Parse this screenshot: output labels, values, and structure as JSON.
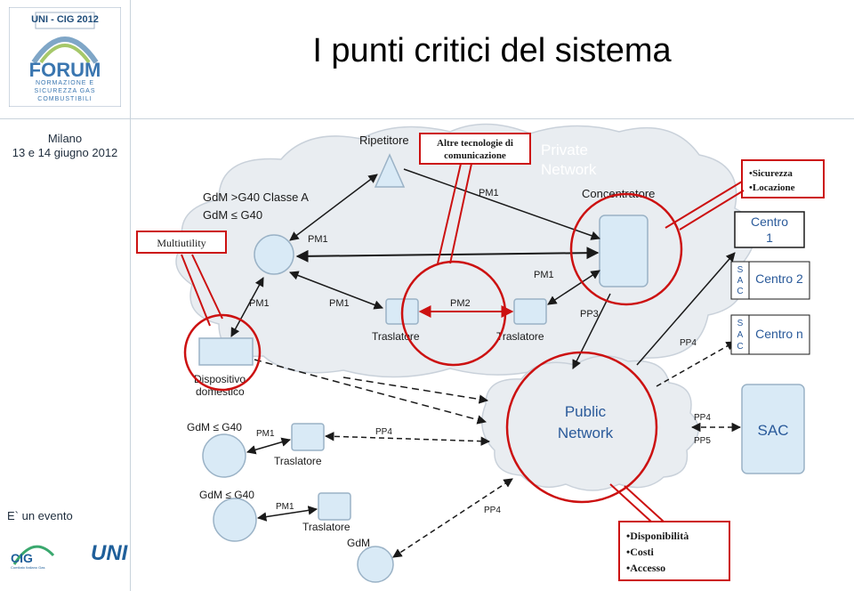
{
  "slide": {
    "title": "I punti critici del sistema",
    "event_location": "Milano",
    "event_dates": "13 e 14 giugno 2012",
    "event_note": "E` un evento"
  },
  "logo": {
    "top": "UNI - CIG 2012",
    "name": "FORUM",
    "sub1": "NORMAZIONE E",
    "sub2": "SICUREZZA GAS",
    "sub3": "COMBUSTIBILI",
    "cig": "CIG",
    "cig_sub": "Comitato Italiano Gas",
    "uni": "UNI"
  },
  "colors": {
    "cloud": "#e9edf1",
    "cloud_stroke": "#c9d1da",
    "node_fill": "#d9eaf6",
    "node_stroke": "#9ab2c6",
    "red": "#cc1111",
    "text": "#1a1a1a"
  },
  "diagram": {
    "ripetitore": "Ripetitore",
    "gdm_classe_a": "GdM >G40 Classe A",
    "gdm_le": "GdM ≤ G40",
    "concentratore": "Concentratore",
    "private_net_1": "Private",
    "private_net_2": "Network",
    "public_net_1": "Public",
    "public_net_2": "Network",
    "centro1_a": "Centro",
    "centro1_b": "1",
    "centro2": "Centro 2",
    "centron": "Centro n",
    "sac_letters": [
      "S",
      "A",
      "C"
    ],
    "sac": "SAC",
    "traslatore": "Traslatore",
    "dispositivo_1": "Dispositivo",
    "dispositivo_2": "domestico",
    "gdm_bottom": "GdM",
    "links": {
      "pm1": "PM1",
      "pm2": "PM2",
      "pp3": "PP3",
      "pp4": "PP4",
      "pp5": "PP5"
    },
    "callouts": {
      "altre_1": "Altre tecnologie di",
      "altre_2": "comunicazione",
      "multiutility": "Multiutility",
      "sicurezza": "•Sicurezza",
      "locazione": "•Locazione",
      "disponibilita": "•Disponibilità",
      "costi": "•Costi",
      "accesso": "•Accesso"
    }
  }
}
